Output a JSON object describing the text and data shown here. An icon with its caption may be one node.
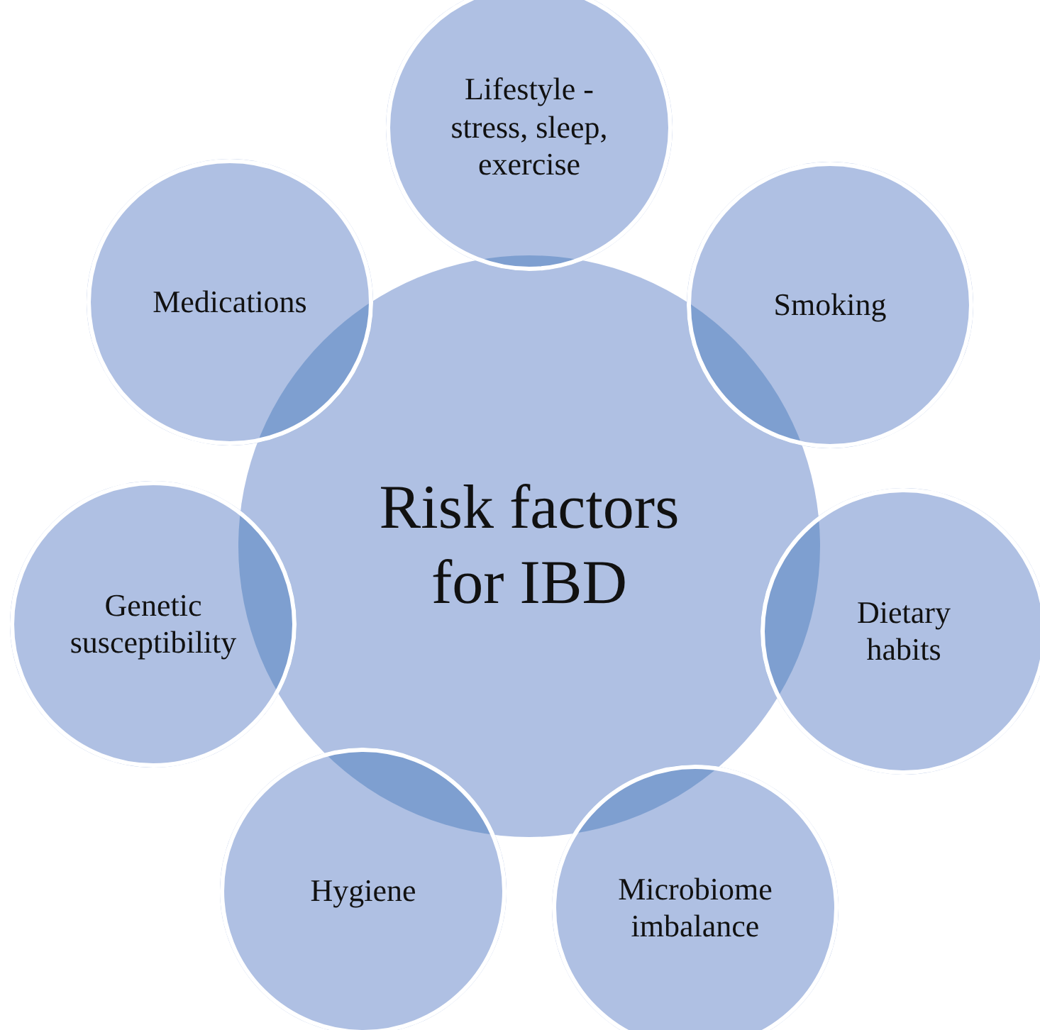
{
  "diagram": {
    "nodes": [
      {
        "text": [
          "Risk factors for IBD"
        ]
      },
      {
        "text": [
          "Lifestyle - stress, sleep, exercise"
        ]
      },
      {
        "text": [
          "Smoking"
        ]
      },
      {
        "text": [
          "Dietary habits"
        ]
      },
      {
        "text": [
          "Microbiome imbalance"
        ]
      },
      {
        "text": [
          "Hygiene"
        ]
      },
      {
        "text": [
          "Genetic susceptibility"
        ]
      },
      {
        "text": [
          "Medications"
        ]
      }
    ]
  }
}
